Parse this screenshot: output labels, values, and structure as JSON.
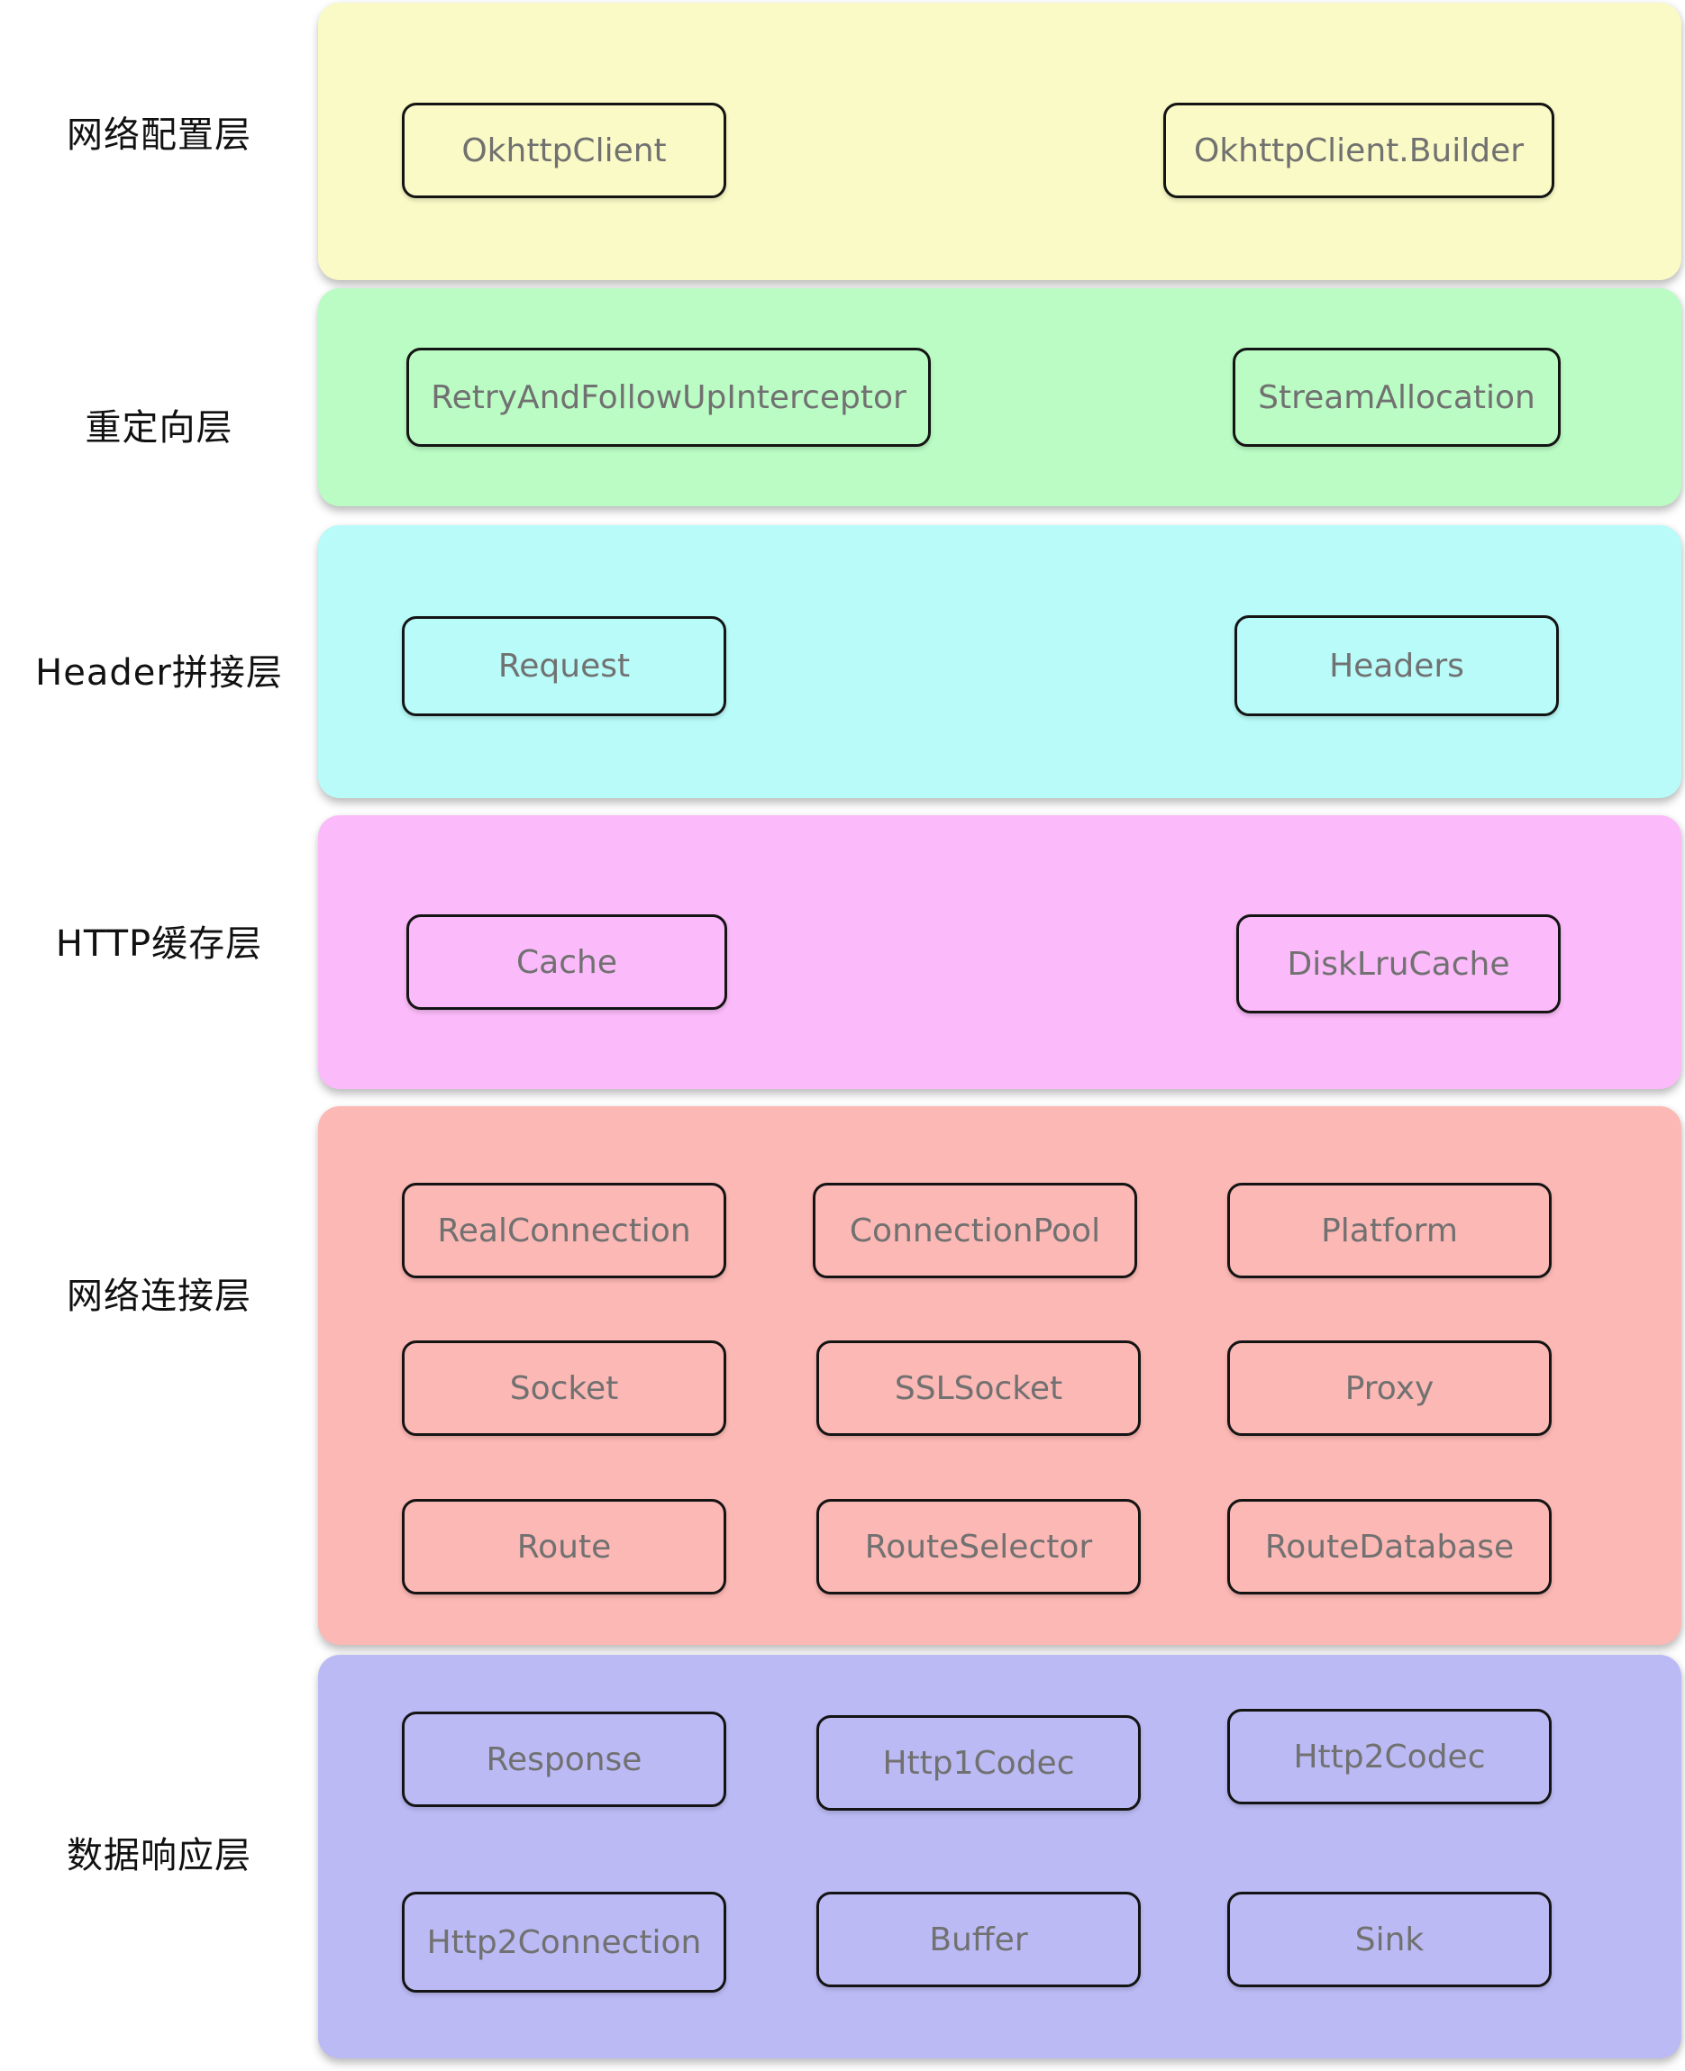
{
  "colors": {
    "page_background": "#FFFFFF",
    "box_border": "#141414",
    "box_text": "#717171",
    "label_text": "#111111"
  },
  "layers": [
    {
      "label": "网络配置层",
      "color": "#FAFAC6",
      "boxes": [
        {
          "label": "OkhttpClient"
        },
        {
          "label": "OkhttpClient.Builder"
        }
      ]
    },
    {
      "label": "重定向层",
      "color": "#BAFCC4",
      "boxes": [
        {
          "label": "RetryAndFollowUpInterceptor"
        },
        {
          "label": "StreamAllocation"
        }
      ]
    },
    {
      "label": "Header拼接层",
      "color": "#B8FBF9",
      "boxes": [
        {
          "label": "Request"
        },
        {
          "label": "Headers"
        }
      ]
    },
    {
      "label": "HTTP缓存层",
      "color": "#FBBAF9",
      "boxes": [
        {
          "label": "Cache"
        },
        {
          "label": "DiskLruCache"
        }
      ]
    },
    {
      "label": "网络连接层",
      "color": "#FCB8B4",
      "boxes": [
        {
          "label": "RealConnection"
        },
        {
          "label": "ConnectionPool"
        },
        {
          "label": "Platform"
        },
        {
          "label": "Socket"
        },
        {
          "label": "SSLSocket"
        },
        {
          "label": "Proxy"
        },
        {
          "label": "Route"
        },
        {
          "label": "RouteSelector"
        },
        {
          "label": "RouteDatabase"
        }
      ]
    },
    {
      "label": "数据响应层",
      "color": "#BBBAF4",
      "boxes": [
        {
          "label": "Response"
        },
        {
          "label": "Http1Codec"
        },
        {
          "label": "Http2Codec"
        },
        {
          "label": "Http2Connection"
        },
        {
          "label": "Buffer"
        },
        {
          "label": "Sink"
        }
      ]
    }
  ]
}
